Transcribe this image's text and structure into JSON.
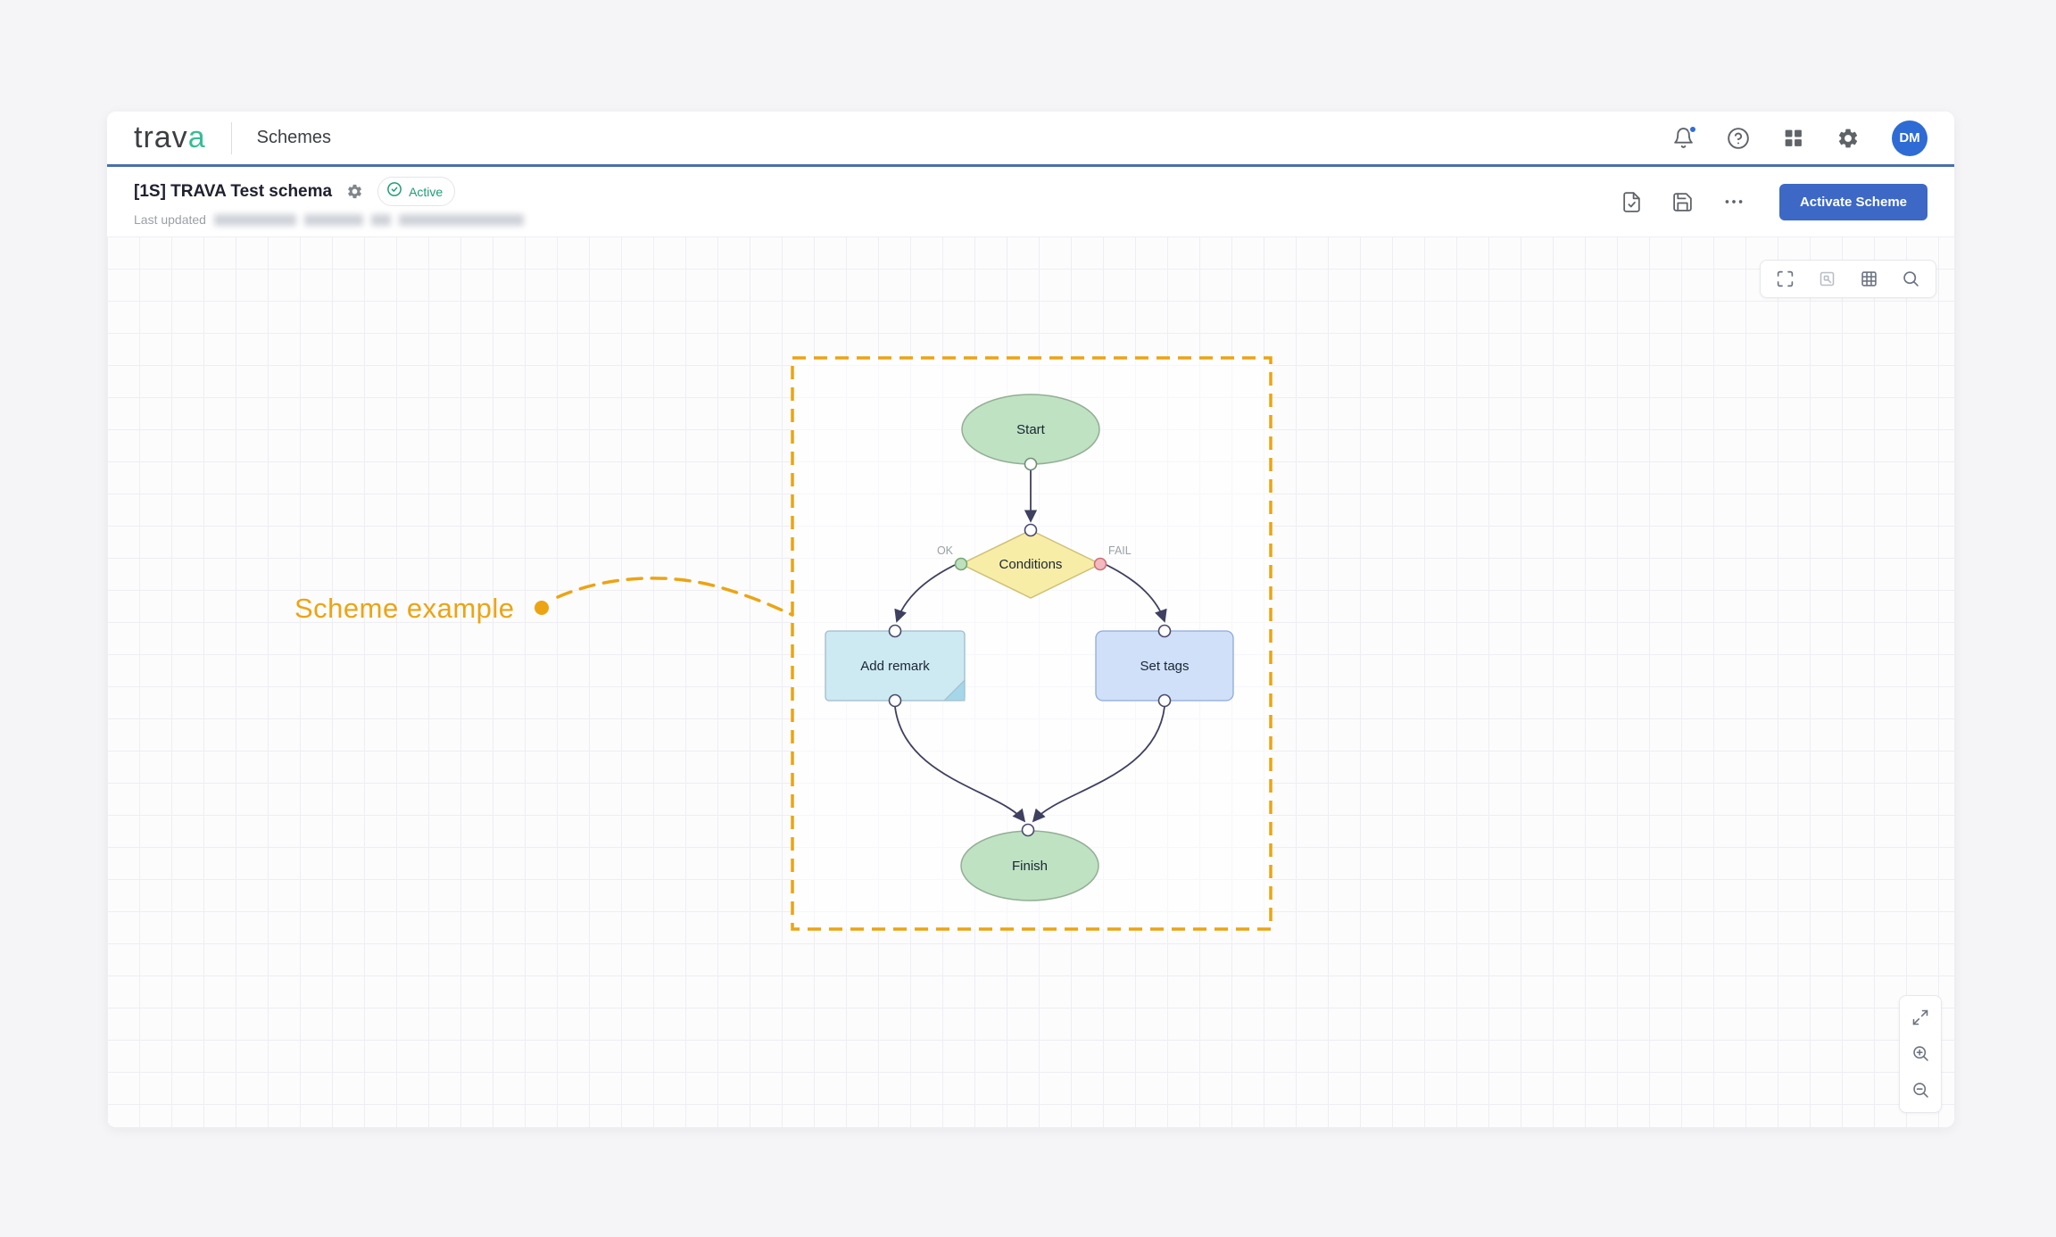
{
  "brand": {
    "logo_main": "trav",
    "logo_accent": "a",
    "accent_color": "#36BD97"
  },
  "topbar": {
    "page_title": "Schemes",
    "avatar_initials": "DM",
    "icons": [
      "notifications-bell",
      "help-circle",
      "apps-grid",
      "settings-gear"
    ]
  },
  "scheme_header": {
    "title": "[1S] TRAVA Test schema",
    "status_badge": "Active",
    "last_updated_label": "Last updated",
    "icons": [
      "settings-gear-small",
      "document-check",
      "save-floppy",
      "more-options"
    ],
    "actions": {
      "activate_button": "Activate Scheme"
    }
  },
  "canvas": {
    "toolbar_icons": [
      "fullscreen",
      "fit-view",
      "grid",
      "search"
    ],
    "zoom_controls": [
      "expand",
      "zoom-in",
      "zoom-out"
    ],
    "annotation": {
      "text": "Scheme example",
      "color": "#ECA413"
    },
    "flow": {
      "nodes": [
        {
          "id": "start",
          "type": "ellipse",
          "label": "Start",
          "fill": "#BEE2C2"
        },
        {
          "id": "conditions",
          "type": "diamond",
          "label": "Conditions",
          "fill": "#F8EDA7",
          "outputs": [
            {
              "label": "OK",
              "color": "#74A874"
            },
            {
              "label": "FAIL",
              "color": "#CB7078"
            }
          ]
        },
        {
          "id": "add-remark",
          "type": "note",
          "label": "Add remark",
          "fill": "#CDEAF2"
        },
        {
          "id": "set-tags",
          "type": "task",
          "label": "Set tags",
          "fill": "#CFE0F8"
        },
        {
          "id": "finish",
          "type": "ellipse",
          "label": "Finish",
          "fill": "#BEE2C2"
        }
      ],
      "edges": [
        {
          "from": "start",
          "to": "conditions"
        },
        {
          "from": "conditions",
          "to": "add-remark",
          "label": "OK"
        },
        {
          "from": "conditions",
          "to": "set-tags",
          "label": "FAIL"
        },
        {
          "from": "add-remark",
          "to": "finish"
        },
        {
          "from": "set-tags",
          "to": "finish"
        }
      ]
    }
  },
  "colors": {
    "primary_button": "#3D68C5",
    "header_underline": "#4A6FA8",
    "status_green": "#1E9E74",
    "edge": "#3F3F60",
    "dashed_frame": "#ECA413"
  }
}
